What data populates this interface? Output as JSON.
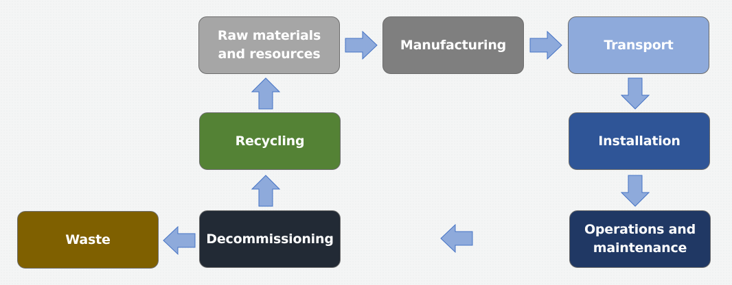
{
  "diagram": {
    "type": "lifecycle-flow",
    "nodes": [
      {
        "id": "raw",
        "label": "Raw materials and resources",
        "line1": "Raw materials",
        "line2": "and resources",
        "color": "#a6a6a6"
      },
      {
        "id": "manufacturing",
        "label": "Manufacturing",
        "color": "#7f7f7f"
      },
      {
        "id": "transport",
        "label": "Transport",
        "color": "#8eaadb"
      },
      {
        "id": "installation",
        "label": "Installation",
        "color": "#2f5597"
      },
      {
        "id": "operations",
        "label": "Operations and maintenance",
        "line1": "Operations and",
        "line2": "maintenance",
        "color": "#203864"
      },
      {
        "id": "decommissioning",
        "label": "Decommissioning",
        "color": "#222a35"
      },
      {
        "id": "waste",
        "label": "Waste",
        "color": "#7f6000"
      },
      {
        "id": "recycling",
        "label": "Recycling",
        "color": "#548235"
      }
    ],
    "edges": [
      {
        "from": "raw",
        "to": "manufacturing",
        "direction": "right"
      },
      {
        "from": "manufacturing",
        "to": "transport",
        "direction": "right"
      },
      {
        "from": "transport",
        "to": "installation",
        "direction": "down"
      },
      {
        "from": "installation",
        "to": "operations",
        "direction": "down"
      },
      {
        "from": "operations",
        "to": "decommissioning",
        "direction": "left"
      },
      {
        "from": "decommissioning",
        "to": "waste",
        "direction": "left"
      },
      {
        "from": "decommissioning",
        "to": "recycling",
        "direction": "up"
      },
      {
        "from": "recycling",
        "to": "raw",
        "direction": "up"
      }
    ],
    "arrow_color": "#8eaadb",
    "arrow_stroke": "#4472c4"
  }
}
